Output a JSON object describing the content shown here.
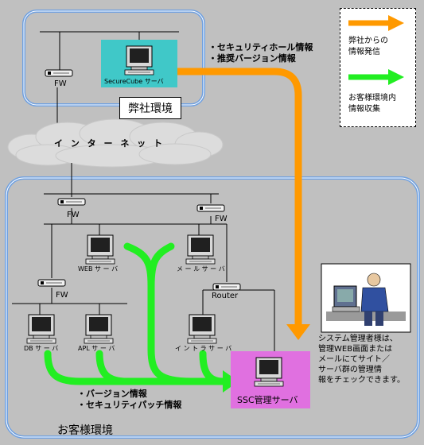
{
  "colors": {
    "background": "#c0c0c0",
    "zone_border": "#6fa0e0",
    "cloud": "#dcdcdc",
    "orange_flow": "#ff9900",
    "green_flow": "#22ee22",
    "securecube_bg": "#40c8c8",
    "ssc_bg": "#e070e0"
  },
  "company_zone": {
    "label": "弊社環境",
    "fw": "FW",
    "server": "SecureCube サーバ"
  },
  "internet": {
    "label": "イ ン タ ー ネ ッ ト"
  },
  "orange_flow_labels": [
    "・セキュリティホール情報",
    "・推奨バージョン情報"
  ],
  "legend": {
    "orange": [
      "弊社からの",
      "情報発信"
    ],
    "green": [
      "お客様環境内",
      "情報収集"
    ]
  },
  "customer_zone": {
    "label": "お客様環境",
    "fw_top": "FW",
    "fw_right": "FW",
    "fw_mid": "FW",
    "router": "Router",
    "web_server": "WEB サ ー バ",
    "mail_server": "メ ー ル サ ー バ",
    "db_server": "DB サ ー バ",
    "apl_server": "APL サ ー バ",
    "intra_server": "イ ン ト ラ サ ー バ",
    "ssc_server": "SSC管理サーバ"
  },
  "green_flow_labels": [
    "・バージョン情報",
    "・セキュリティパッチ情報"
  ],
  "admin_note": [
    "システム管理者様は、",
    "管理WEB画面または",
    "メールにてサイト／",
    "サーバ群の管理情",
    "報をチェックできます。"
  ]
}
